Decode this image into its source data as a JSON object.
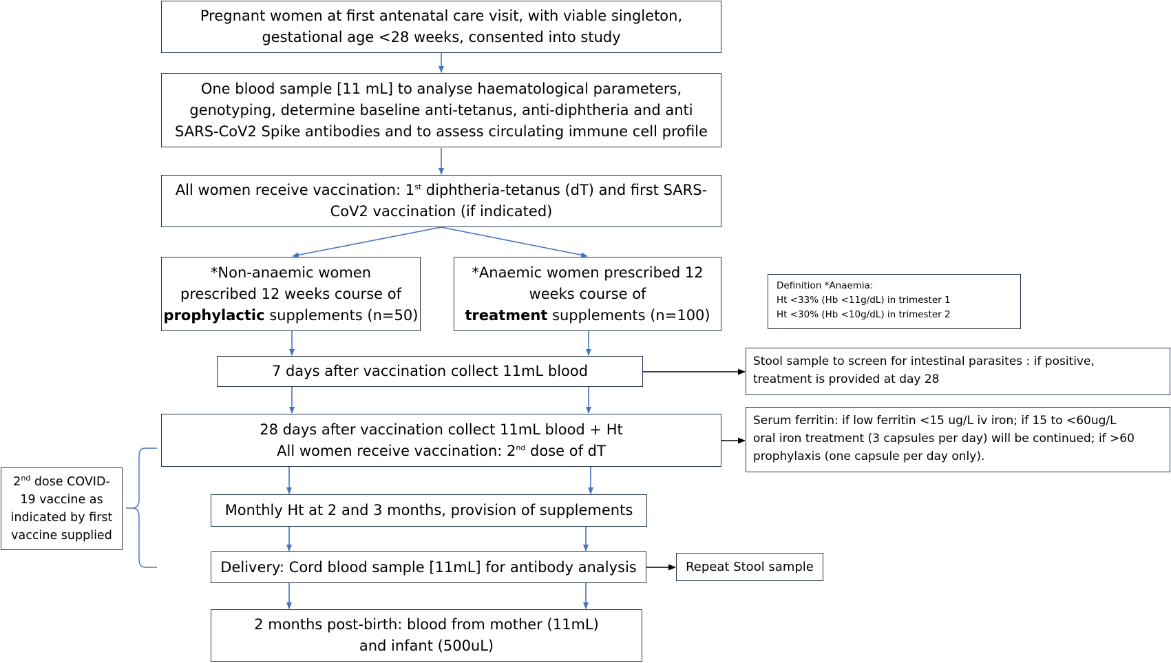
{
  "boxes": {
    "enrol": [
      "Pregnant women at first antenatal care visit, with viable singleton,",
      "gestational age <28 weeks, consented into study"
    ],
    "baseline": [
      "One blood sample [11 mL] to analyse haematological parameters,",
      "genotyping, determine baseline anti-tetanus, anti-diphtheria and anti",
      "SARS-CoV2 Spike antibodies and to assess circulating immune cell profile"
    ],
    "vacc1": {
      "l1_pre": "All women receive vaccination: 1",
      "l1_sup": "st",
      "l1_post": " diphtheria-tetanus (dT) and first SARS-",
      "l2": "CoV2 vaccination (if indicated)"
    },
    "nonanaemic": {
      "l1": "*Non-anaemic women",
      "l2": "prescribed 12 weeks course of",
      "l3_bold": "prophylactic",
      "l3_rest": " supplements (n=50)"
    },
    "anaemic": {
      "l1": "*Anaemic women prescribed  12",
      "l2": "weeks course of",
      "l3_bold": "treatment",
      "l3_rest": " supplements (n=100)"
    },
    "day7": "7 days after vaccination collect 11mL blood",
    "day28": {
      "l1": "28 days after vaccination collect 11mL blood + Ht",
      "l2_pre": "All women receive vaccination: 2",
      "l2_sup": "nd",
      "l2_post": " dose of dT"
    },
    "monthly": "Monthly Ht at 2 and 3 months, provision of supplements",
    "delivery": "Delivery: Cord blood sample [11mL] for antibody analysis",
    "postbirth": [
      "2 months post-birth: blood from mother (11mL)",
      "and infant (500uL)"
    ]
  },
  "definition": [
    "Definition *Anaemia:",
    "Ht <33% (Hb <11g/dL) in trimester 1",
    "Ht <30% (Hb <10g/dL) in trimester 2"
  ],
  "stool": [
    "Stool sample to screen for intestinal parasites : if positive,",
    "treatment is provided at day 28"
  ],
  "ferritin": [
    "Serum ferritin: if  low ferritin <15 ug/L iv iron; if 15 to <60ug/L",
    "oral iron treatment  (3 capsules per day) will be continued;  if >60",
    "prophylaxis (one capsule per day only)."
  ],
  "repeat_stool": "Repeat Stool sample",
  "covid": {
    "l1_pre": "2",
    "l1_sup": "nd",
    "l1_post": " dose COVID-",
    "l2": "19 vaccine as",
    "l3": "indicated by first",
    "l4": "vaccine supplied"
  },
  "colors": {
    "arrow": "#4472c4",
    "black_arrow": "#000000",
    "border": "#1f2f4a"
  }
}
